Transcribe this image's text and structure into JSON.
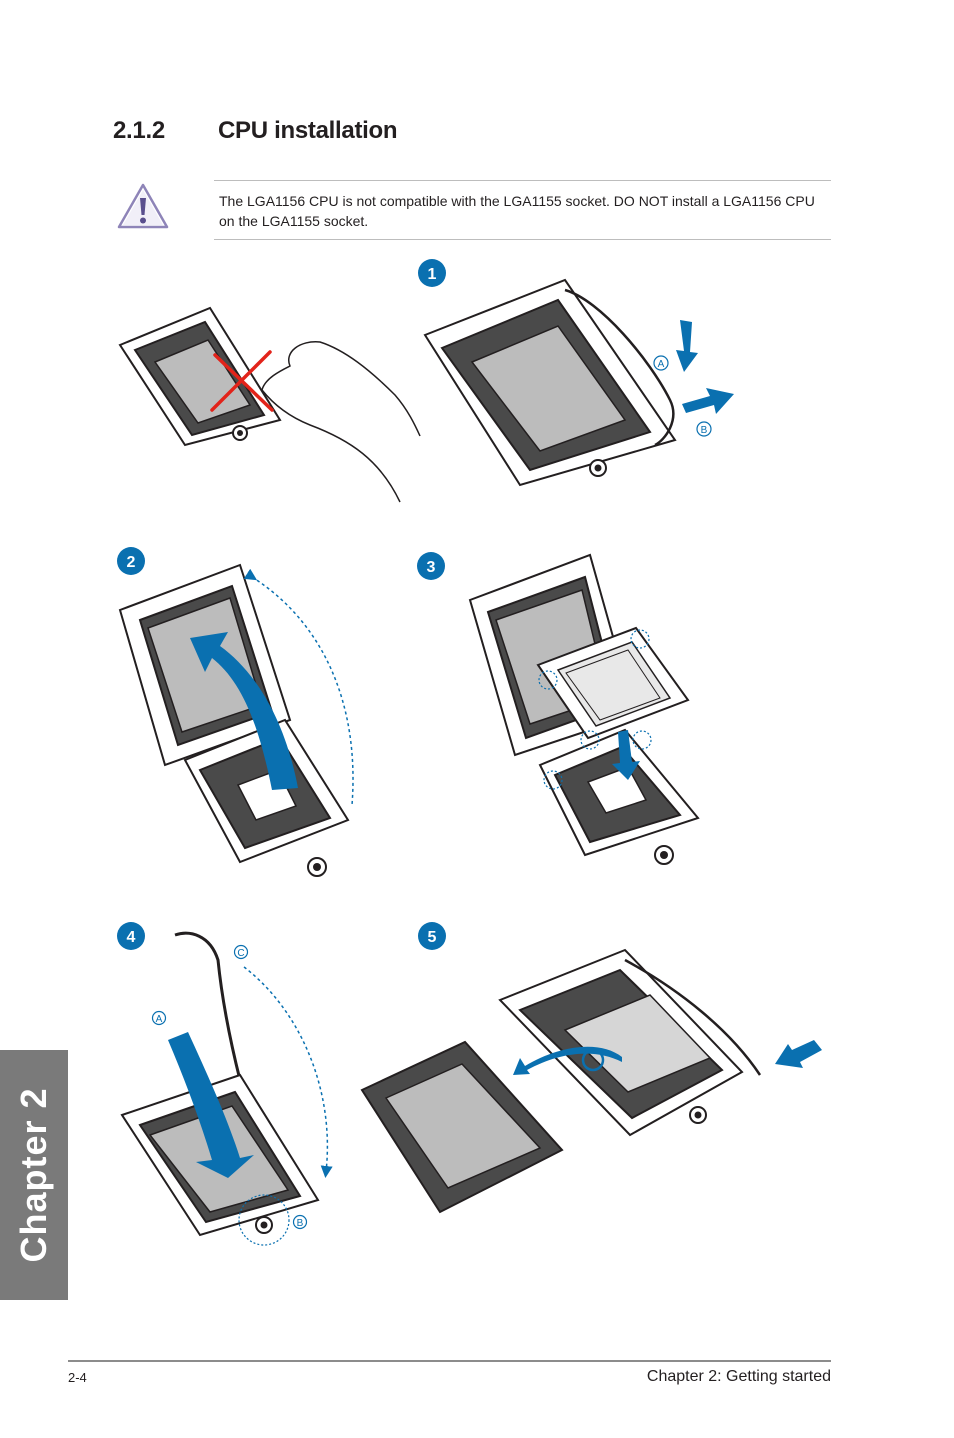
{
  "section": {
    "number": "2.1.2",
    "title": "CPU installation"
  },
  "warning": {
    "icon": "warning-triangle-icon",
    "text": "The LGA1156 CPU is not compatible with the LGA1155 socket. DO NOT install a LGA1156 CPU on the LGA1155 socket."
  },
  "steps": {
    "s1": {
      "badge": "1",
      "a": "A",
      "b": "B"
    },
    "s2": {
      "badge": "2"
    },
    "s3": {
      "badge": "3"
    },
    "s4": {
      "badge": "4",
      "a": "A",
      "b": "B",
      "c": "C"
    },
    "s5": {
      "badge": "5"
    }
  },
  "sidebar": {
    "label": "Chapter 2"
  },
  "footer": {
    "page_number": "2-4",
    "chapter": "Chapter 2: Getting started"
  },
  "colors": {
    "accent_blue": "#0a70b0",
    "tab_gray": "#7a7a7a",
    "warning_red": "#e2231a"
  }
}
